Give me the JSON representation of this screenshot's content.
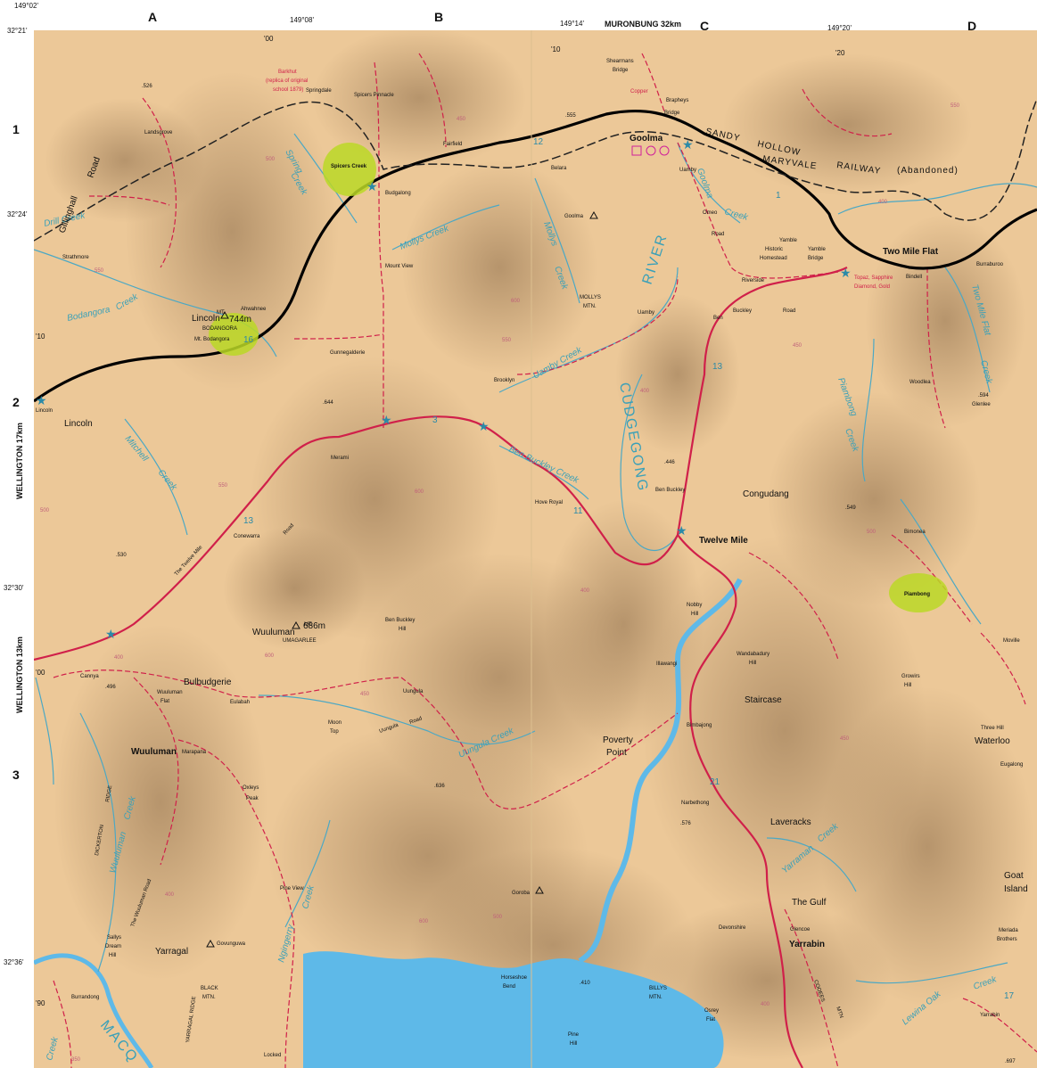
{
  "map": {
    "grid_columns": [
      "A",
      "B",
      "C",
      "D"
    ],
    "grid_rows": [
      "1",
      "2",
      "3"
    ],
    "top_coords": [
      "149°02'",
      "149°08'",
      "149°14'",
      "149°20'"
    ],
    "left_coords": [
      "32°21'",
      "32°24'",
      "32°30'",
      "32°36'"
    ],
    "top_ticks": [
      "'00",
      "'10",
      "'20"
    ],
    "left_ticks": [
      "'10",
      "'00",
      "'90"
    ],
    "edge_labels": {
      "top": "MURONBUNG 32km",
      "left_upper": "WELLINGTON 17km",
      "left_lower": "WELLINGTON 13km"
    },
    "rail_labels": [
      "SANDY",
      "HOLLOW",
      "MARYVALE",
      "RAILWAY",
      "(Abandoned)"
    ],
    "route_numbers": [
      "12",
      "16",
      "3",
      "13",
      "11",
      "21",
      "1",
      "13",
      "17"
    ],
    "highlighted_places": [
      "Spicers Creek",
      "Piambong"
    ],
    "towns_bold": [
      "Goolma",
      "Two Mile Flat",
      "Twelve Mile",
      "Wuuluman",
      "Yarrabin"
    ],
    "places": [
      "Landsgrove",
      "Springdale",
      "Spicers Pinnacle",
      "Barkhut",
      "(replica of original",
      "school 1879)",
      "Strathmore",
      "Budgalong",
      "Fairfield",
      "Belara",
      "Shearmans",
      "Bridge",
      "Copper",
      "Brapheys",
      "Bridge",
      "Uamby",
      "Omeo",
      "Road",
      "Mount View",
      "Goolma",
      "Yamble",
      "Historic",
      "Homestead",
      "Yamble",
      "Bridge",
      "Topaz, Sapphire",
      "Diamond, Gold",
      "Bindell",
      "Burraburoo",
      "Riverside",
      "MOLLYS",
      "MTN.",
      "Uamby",
      "Ben",
      "Buckley",
      "Road",
      "Lincoln",
      "MT.",
      "BODANGORA",
      "Mt. Bodangora",
      "Ahwahnee",
      "Gunnegalderie",
      "Brooklyn",
      "Lincoln",
      "Lincoln",
      "Merami",
      "Woodlea",
      "Glenlee",
      "Hove Royal",
      "Ben Buckley",
      "Congudang",
      "Bimonea",
      "Conewarra",
      "Nobby",
      "Hill",
      "Moville",
      "Wuuluman",
      "MT.",
      "UMAGARLEE",
      "Ben Buckley",
      "Hill",
      "Illawangi",
      "Wandabadury",
      "Hill",
      "Growirs",
      "Hill",
      "Cannya",
      "Bulbudgerie",
      "Wuuluman",
      "Flat",
      "Eulabah",
      "Uungula",
      "Staircase",
      "Three Hill",
      "Moon",
      "Top",
      "Bimbajong",
      "Poverty",
      "Point",
      "Waterloo",
      "Marapana",
      "Eugalong",
      "Oxleys",
      "Peak",
      "Narbethong",
      "Laveracks",
      "Goat",
      "Island",
      "Pine View",
      "Goroba",
      "The Gulf",
      "Sallys",
      "Dream",
      "Hill",
      "Yarragal",
      "Govunguwa",
      "Devonshire",
      "Glencoe",
      "Meriada",
      "Brothers",
      "Burrandong",
      "BLACK",
      "MTN.",
      "Horseshoe",
      "Bend",
      "BILLYS",
      "MTN.",
      "Osrey",
      "Flat",
      "Pine",
      "Hill",
      "Locked",
      "Yarrabin"
    ],
    "peaks": [
      "744m",
      "686m"
    ],
    "spot_heights": [
      ".526",
      ".555",
      ".644",
      ".446",
      ".594",
      ".549",
      ".530",
      ".496",
      ".636",
      ".576",
      ".410",
      ".697"
    ],
    "water_labels": [
      "Drill Creek",
      "Spring",
      "Creek",
      "Mollys Creek",
      "Mollys",
      "Creek",
      "Goolma",
      "Creek",
      "Bodangora",
      "Creek",
      "Uamby Creek",
      "Mitchell",
      "Creek",
      "Ben Buckley Creek",
      "Piambong",
      "Creek",
      "Two Mile Flat",
      "Creek",
      "Uungula Creek",
      "Ngingerry",
      "Creek",
      "Wuuluman",
      "Creek",
      "Yarraman",
      "Creek",
      "Lewina Oak",
      "Creek",
      "Creek"
    ],
    "river_labels": [
      "CUDGEGONG",
      "RIVER",
      "MACQ"
    ],
    "ridge_labels": [
      "DICKERTON",
      "RIDGE",
      "YARRAGAL RIDGE",
      "COOEES",
      "MTN"
    ],
    "road_labels": [
      "Gillinghall",
      "Road",
      "The Twelve Mile",
      "Road",
      "Uungula",
      "Road",
      "The Wuuluman Road"
    ],
    "contour_labels": [
      "500",
      "550",
      "450",
      "400",
      "550",
      "600",
      "550",
      "400",
      "500",
      "400",
      "600",
      "500",
      "450",
      "400",
      "550",
      "450",
      "600",
      "500",
      "600",
      "400",
      "450",
      "400",
      "350"
    ],
    "colors": {
      "land": "#ecc898",
      "hill_shade": "#a58866",
      "highway": "#000000",
      "road": "#d0204a",
      "water": "#5eb9e8",
      "stream": "#4ca8c4",
      "highlight": "#bbd826",
      "border": "#ffffff"
    }
  }
}
